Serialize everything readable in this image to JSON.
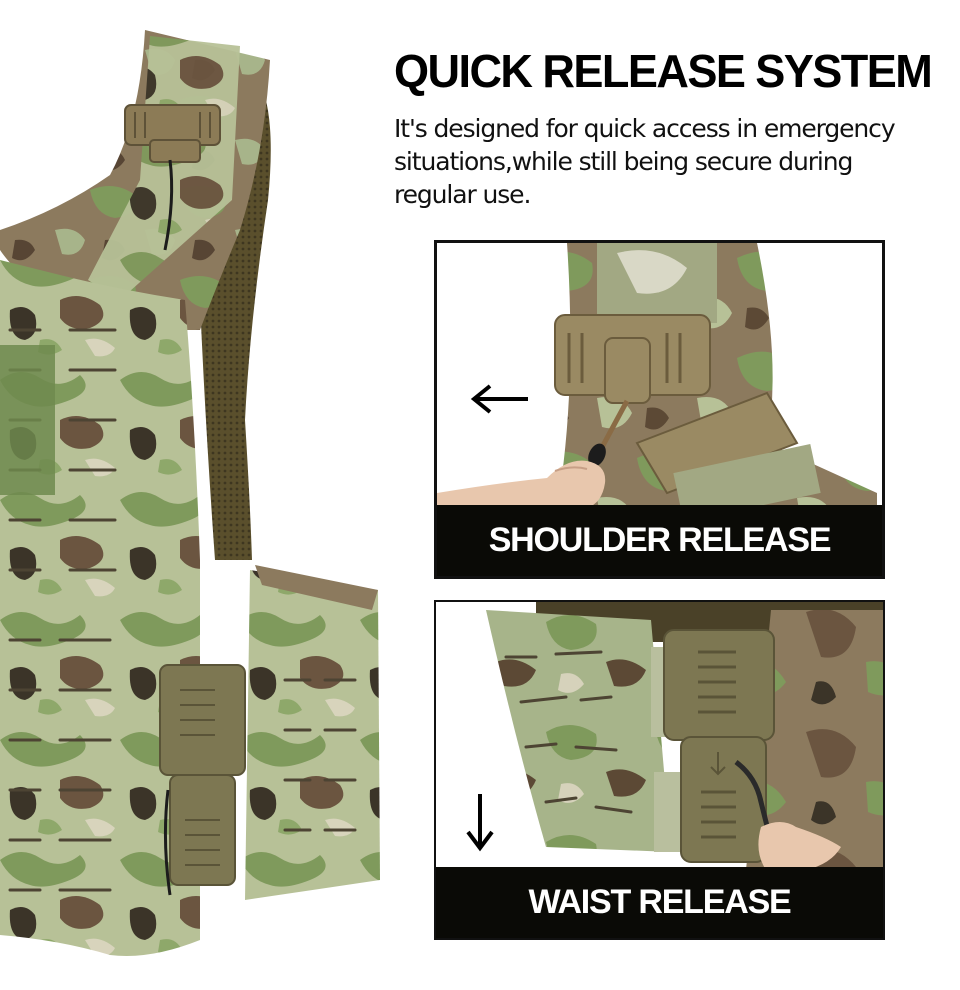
{
  "heading": {
    "title": "QUICK RELEASE SYSTEM",
    "description": "It's designed for quick access in emergency situations,while still being secure during regular use."
  },
  "hero_image": {
    "subject": "camouflage plate carrier vest with quick release buckles on shoulder and waist"
  },
  "panels": [
    {
      "caption": "SHOULDER RELEASE",
      "direction_icon": "arrow-left-icon",
      "subject": "hand pulling cord on shoulder strap quick release buckle"
    },
    {
      "caption": "WAIST RELEASE",
      "direction_icon": "arrow-down-icon",
      "subject": "hand pulling cord on waist cummerbund quick release buckle"
    }
  ],
  "colors": {
    "background": "#ffffff",
    "text": "#000000",
    "caption_bar": "#0a0a06",
    "caption_text": "#ffffff",
    "camo_light": "#b9c49a",
    "camo_green": "#7f9a5c",
    "camo_brown": "#6b5540",
    "camo_dark": "#3b3428",
    "buckle_tan": "#8c7b56"
  }
}
